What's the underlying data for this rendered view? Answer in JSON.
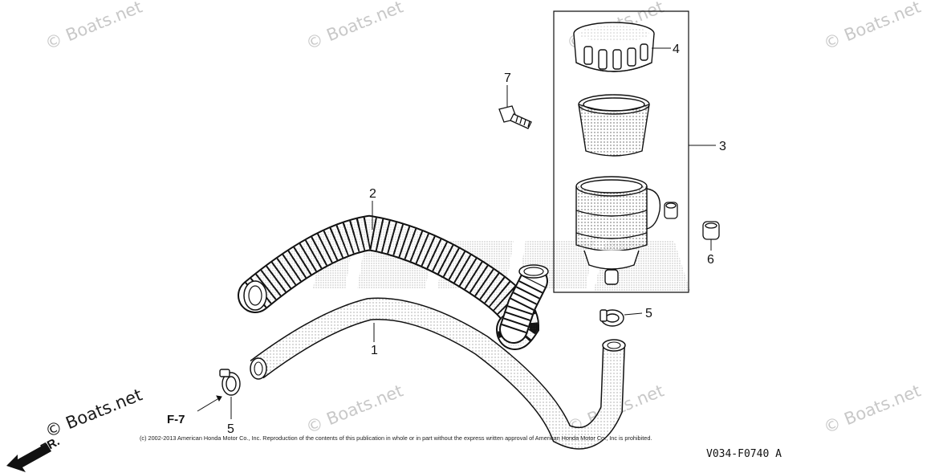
{
  "callouts": {
    "c1": "1",
    "c2": "2",
    "c3": "3",
    "c4": "4",
    "c5a": "5",
    "c5b": "5",
    "c6": "6",
    "c7": "7"
  },
  "ref_label": "F-7",
  "front_label": "FR.",
  "diagram_code": "V034-F0740 A",
  "copyright": "(c) 2002-2013 American Honda Motor Co., Inc. Reproduction of the contents of this publication in whole or in part without the express written approval of American Honda Motor Co., Inc is prohibited.",
  "watermark": "© Boats.net",
  "watermark_dark": "© Boats.net"
}
